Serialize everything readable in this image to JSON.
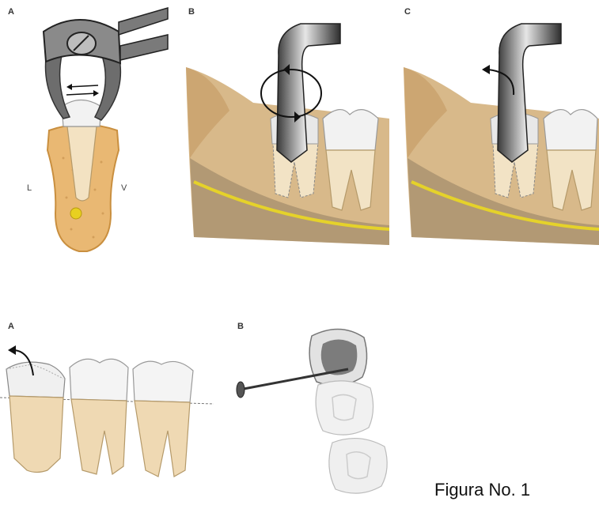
{
  "top": {
    "panel_a": {
      "label": "A",
      "left_side": "L",
      "right_side": "V"
    },
    "panel_b": {
      "label": "B"
    },
    "panel_c": {
      "label": "C"
    }
  },
  "bottom": {
    "panel_a": {
      "label": "A"
    },
    "panel_b": {
      "label": "B"
    }
  },
  "caption": "Figura No. 1"
}
